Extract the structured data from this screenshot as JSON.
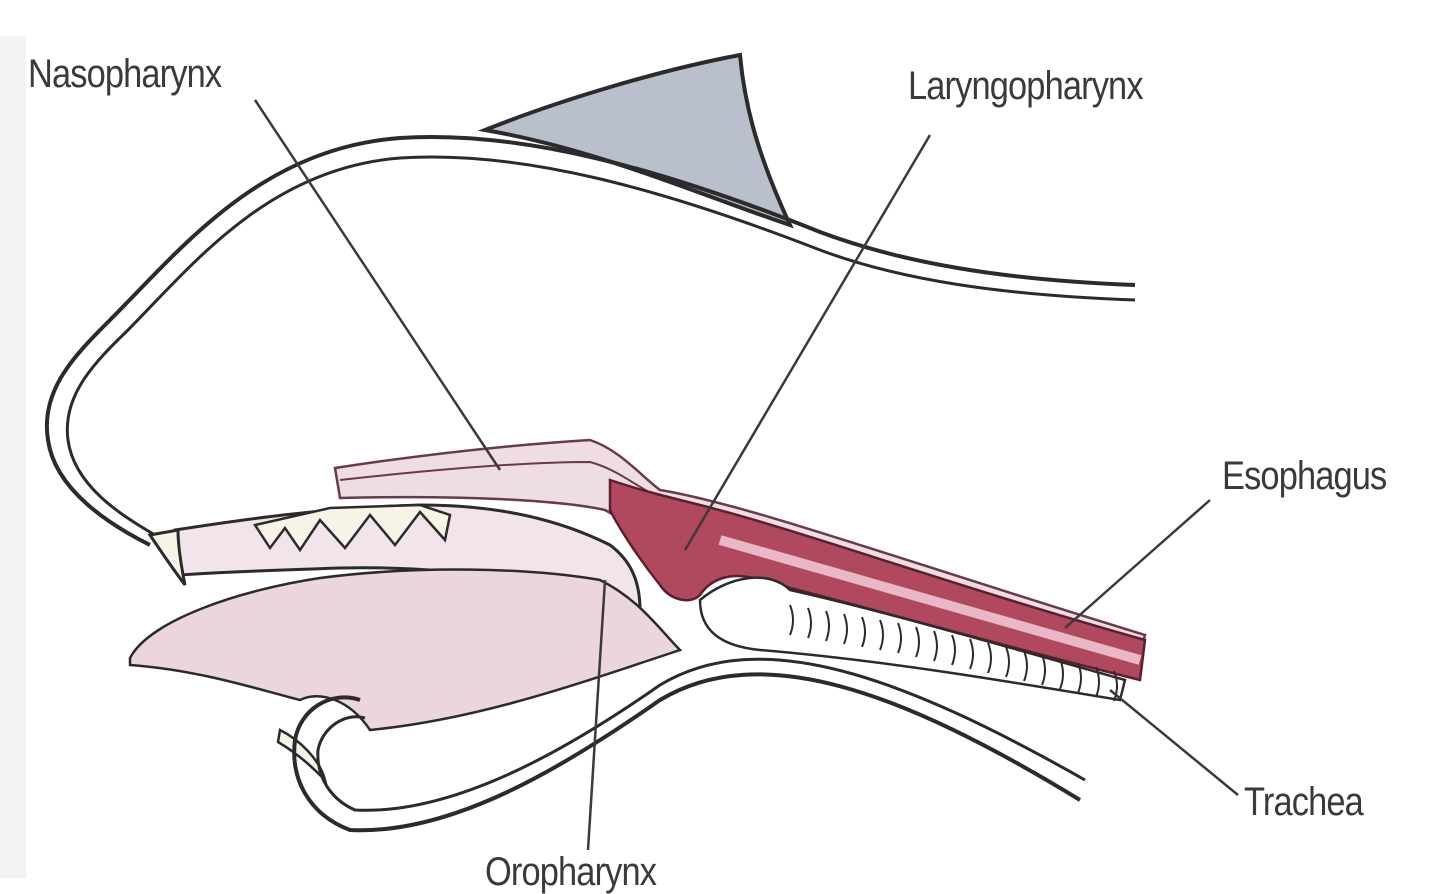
{
  "labels": {
    "nasopharynx": "Nasopharynx",
    "laryngopharynx": "Laryngopharynx",
    "esophagus": "Esophagus",
    "trachea": "Trachea",
    "oropharynx": "Oropharynx"
  },
  "colors": {
    "outline": "#2b2b2b",
    "ear": "#b9bfcc",
    "mucosa_light": "#efdde4",
    "mucosa_mid": "#dcb0c0",
    "laryngopharynx": "#b0485e",
    "tongue": "#ecd6de",
    "teeth": "#f7f3e6",
    "background": "#ffffff"
  }
}
